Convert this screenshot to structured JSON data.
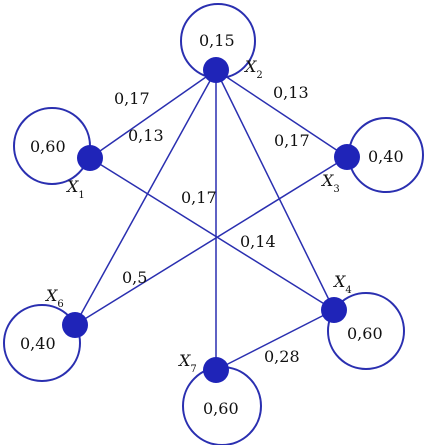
{
  "graph": {
    "nodes": [
      {
        "id": "X1",
        "label": "X",
        "index": "1",
        "loop_weight": "0,60"
      },
      {
        "id": "X2",
        "label": "X",
        "index": "2",
        "loop_weight": "0,15"
      },
      {
        "id": "X3",
        "label": "X",
        "index": "3",
        "loop_weight": "0,40"
      },
      {
        "id": "X4",
        "label": "X",
        "index": "4",
        "loop_weight": "0,60"
      },
      {
        "id": "X6",
        "label": "X",
        "index": "6",
        "loop_weight": "0,40"
      },
      {
        "id": "X7",
        "label": "X",
        "index": "7",
        "loop_weight": "0,60"
      }
    ],
    "edges": [
      {
        "from": "X1",
        "to": "X2",
        "weight": "0,17"
      },
      {
        "from": "X2",
        "to": "X6",
        "weight": "0,13"
      },
      {
        "from": "X2",
        "to": "X3",
        "weight": "0,13"
      },
      {
        "from": "X2",
        "to": "X4",
        "weight": "0,17"
      },
      {
        "from": "X2",
        "to": "X7",
        "weight": "0,17"
      },
      {
        "from": "X1",
        "to": "X4",
        "weight": "0,14"
      },
      {
        "from": "X3",
        "to": "X6",
        "weight": "0,5"
      },
      {
        "from": "X4",
        "to": "X7",
        "weight": "0,28"
      }
    ]
  }
}
